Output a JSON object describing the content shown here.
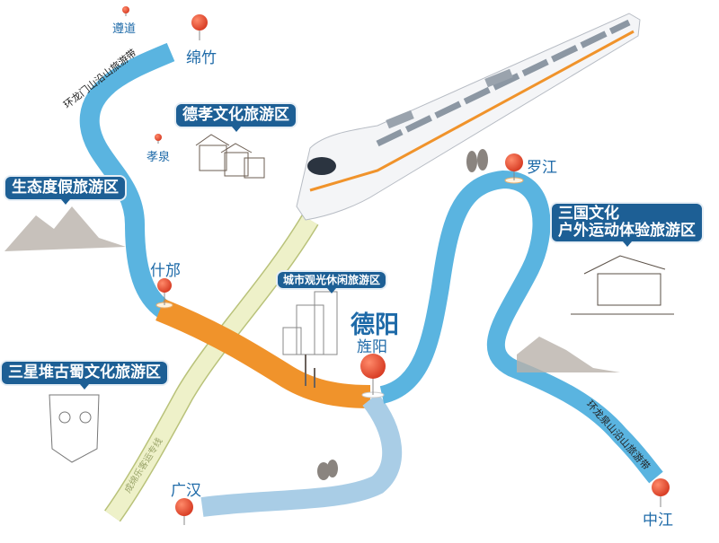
{
  "cities": {
    "zundao": "遵道",
    "mianzhu": "绵竹",
    "xiaoquan": "孝泉",
    "shifang": "什邡",
    "deyang": "德阳",
    "jingyang": "旌阳",
    "guanghan": "广汉",
    "luojiang": "罗江",
    "zhongjiang": "中江"
  },
  "zones": {
    "dexiao": "德孝文化旅游区",
    "shengtai": "生态度假旅游区",
    "sanxingdui": "三星堆古蜀文化旅游区",
    "city": "城市观光休闲旅游区",
    "sanguo_line1": "三国文化",
    "sanguo_line2": "户外运动体验旅游区"
  },
  "belts": {
    "longmen": "环龙门山沿山旅游带",
    "longquan": "环龙泉山沿山旅游带"
  },
  "railway": "成绵乐客运专线",
  "colors": {
    "river_blue": "#5ab4e0",
    "river_light": "#a9cde6",
    "orange": "#f0932b",
    "label_bg": "#1d5f95",
    "city_text": "#1e6aa8",
    "pin": "#e0432b",
    "rail": "#e3e7b6"
  }
}
